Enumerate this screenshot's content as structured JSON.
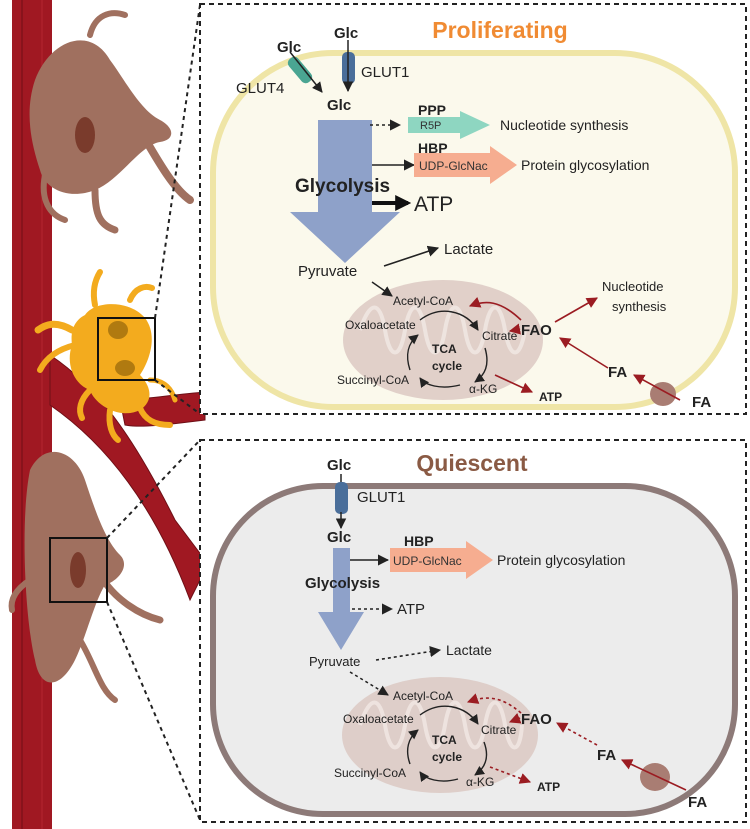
{
  "colors": {
    "vessel": "#a01822",
    "vessel_dark": "#6e0f16",
    "pericyte": "#a0705f",
    "pericyte_nucleus": "#7a3b2c",
    "yellow_cell": "#f3ab1e",
    "proliferating_title": "#f08b33",
    "quiescent_title": "#8a5a44",
    "prolif_membrane": "#efe5a6",
    "prolif_fill": "#fbf9ec",
    "quiesc_membrane": "#8d7a78",
    "quiesc_fill": "#ececec",
    "glycolysis_arrow": "#8ea1c9",
    "ppp_arrow": "#8ed6c1",
    "hbp_arrow": "#f6ad90",
    "mito": "#dcc9c3",
    "fa_red": "#9b1c22",
    "glut1": "#4a6e9a",
    "glut4": "#4aa592",
    "fa_transporter": "#a97d73"
  },
  "proliferating": {
    "title": "Proliferating",
    "glc_glut4": "Glc",
    "glut4": "GLUT4",
    "glc_glut1": "Glc",
    "glut1": "GLUT1",
    "glc_inside": "Glc",
    "glycolysis": "Glycolysis",
    "ppp": "PPP",
    "r5p": "R5P",
    "nucleotide_synthesis": "Nucleotide synthesis",
    "hbp": "HBP",
    "udp": "UDP-GlcNac",
    "protein_glycosylation": "Protein glycosylation",
    "atp_main": "ATP",
    "lactate": "Lactate",
    "pyruvate": "Pyruvate",
    "acetyl_coa": "Acetyl-CoA",
    "oxaloacetate": "Oxaloacetate",
    "citrate": "Citrate",
    "tca1": "TCA",
    "tca2": "cycle",
    "succinyl_coa": "Succinyl-CoA",
    "akg": "α-KG",
    "atp_mito": "ATP",
    "fao": "FAO",
    "nuc_syn1": "Nucleotide",
    "nuc_syn2": "synthesis",
    "fa_inner": "FA",
    "fa_outer": "FA"
  },
  "quiescent": {
    "title": "Quiescent",
    "glc_outer": "Glc",
    "glut1": "GLUT1",
    "glc_inside": "Glc",
    "hbp": "HBP",
    "udp": "UDP-GlcNac",
    "protein_glycosylation": "Protein glycosylation",
    "glycolysis": "Glycolysis",
    "atp": "ATP",
    "pyruvate": "Pyruvate",
    "lactate": "Lactate",
    "acetyl_coa": "Acetyl-CoA",
    "oxaloacetate": "Oxaloacetate",
    "citrate": "Citrate",
    "fao": "FAO",
    "tca1": "TCA",
    "tca2": "cycle",
    "succinyl_coa": "Succinyl-CoA",
    "akg": "α-KG",
    "atp_mito": "ATP",
    "fa_inner": "FA",
    "fa_outer": "FA"
  }
}
